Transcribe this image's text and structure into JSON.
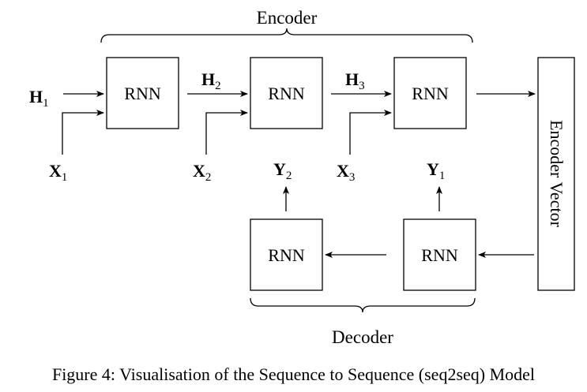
{
  "encoder_label": "Encoder",
  "decoder_label": "Decoder",
  "encoder_vector_label": "Encoder Vector",
  "cell_label": "RNN",
  "encoder_cells": [
    {
      "label": "RNN"
    },
    {
      "label": "RNN"
    },
    {
      "label": "RNN"
    }
  ],
  "decoder_cells": [
    {
      "label": "RNN"
    },
    {
      "label": "RNN"
    }
  ],
  "hidden_states": [
    {
      "var": "H",
      "sub": "1"
    },
    {
      "var": "H",
      "sub": "2"
    },
    {
      "var": "H",
      "sub": "3"
    }
  ],
  "inputs": [
    {
      "var": "X",
      "sub": "1"
    },
    {
      "var": "X",
      "sub": "2"
    },
    {
      "var": "X",
      "sub": "3"
    }
  ],
  "outputs": [
    {
      "var": "Y",
      "sub": "2"
    },
    {
      "var": "Y",
      "sub": "1"
    }
  ],
  "caption": "Figure 4: Visualisation of the Sequence to Sequence (seq2seq) Model"
}
